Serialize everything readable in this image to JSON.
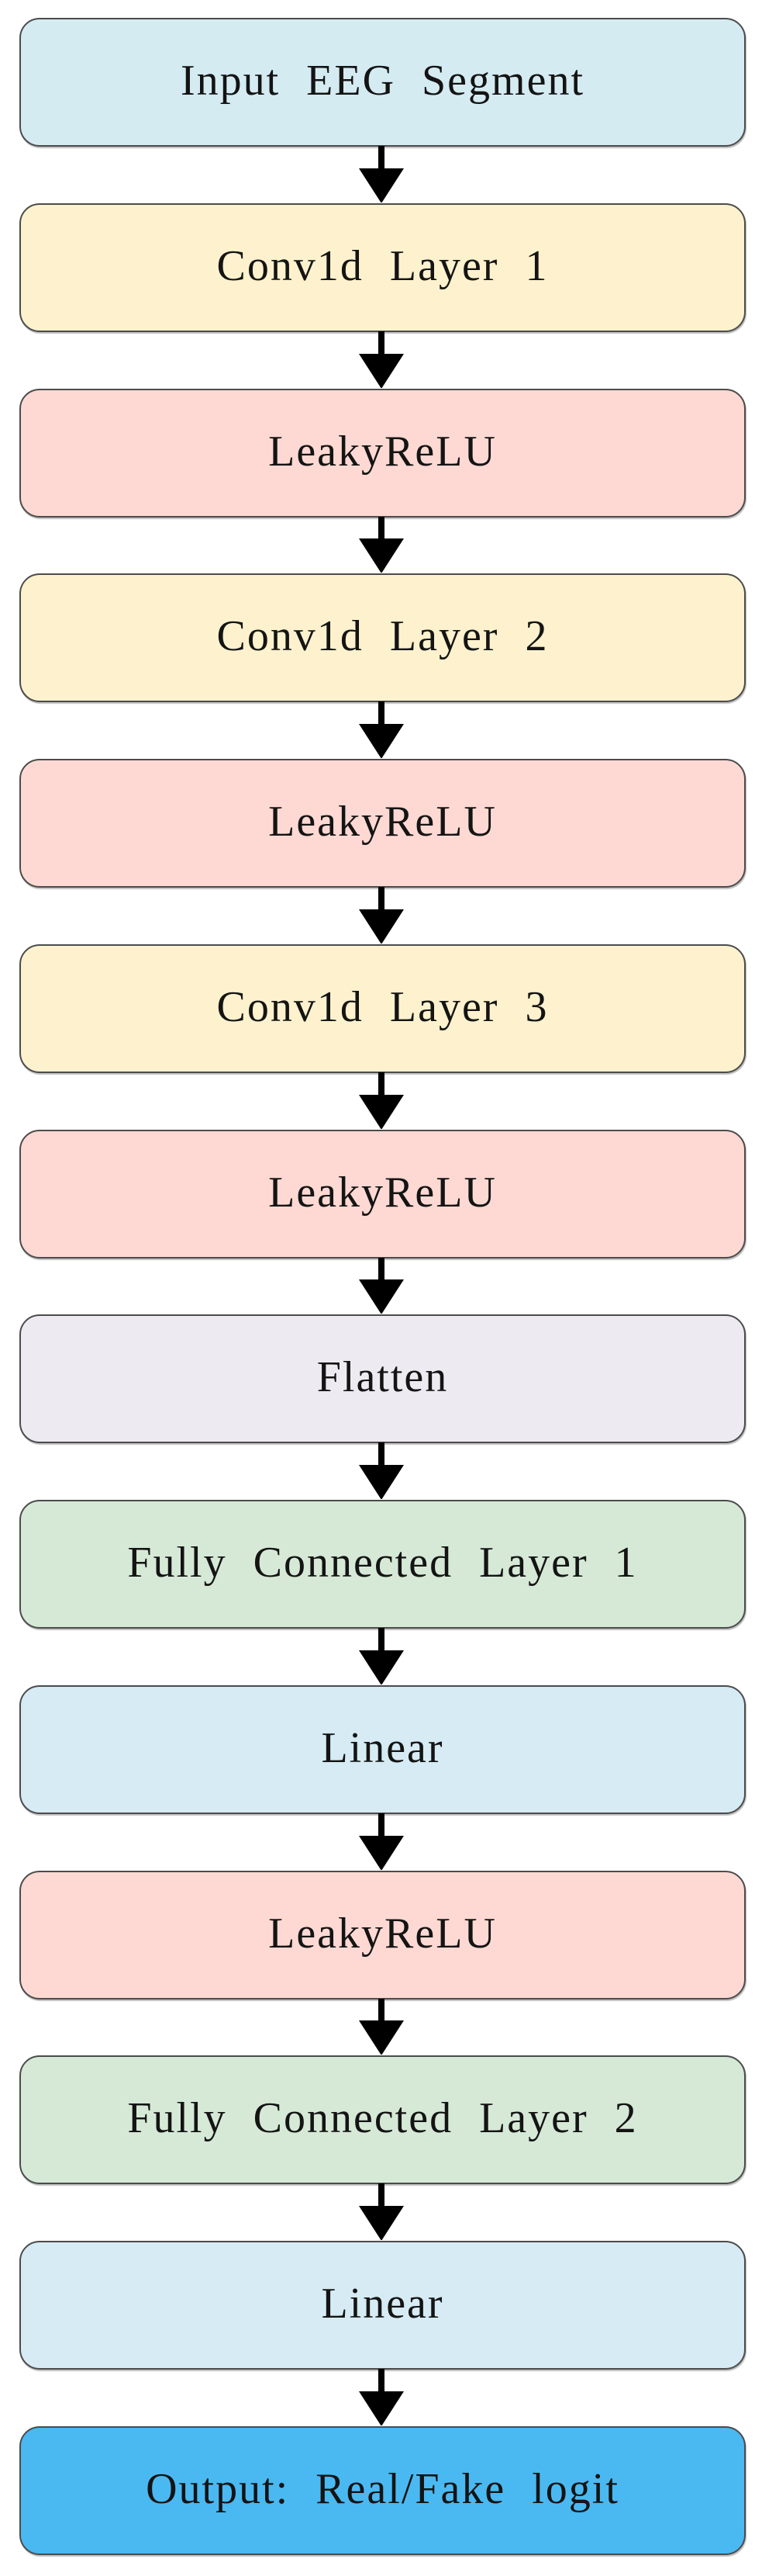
{
  "diagram": {
    "background_color": "#ffffff",
    "node_border_color": "#4c4c4c",
    "arrow_color": "#000000",
    "text_color": "#141414",
    "nodes": [
      {
        "label": "Input EEG Segment",
        "fill": "#d5ebf2"
      },
      {
        "label": "Conv1d Layer 1",
        "fill": "#fdf2cd"
      },
      {
        "label": "LeakyReLU",
        "fill": "#fed9d3"
      },
      {
        "label": "Conv1d Layer 2",
        "fill": "#fdf2cd"
      },
      {
        "label": "LeakyReLU",
        "fill": "#fed9d3"
      },
      {
        "label": "Conv1d Layer 3",
        "fill": "#fdf2cd"
      },
      {
        "label": "LeakyReLU",
        "fill": "#fed9d3"
      },
      {
        "label": "Flatten",
        "fill": "#eeeaf1"
      },
      {
        "label": "Fully Connected Layer 1",
        "fill": "#d6e9d7"
      },
      {
        "label": "Linear",
        "fill": "#d6ebf4"
      },
      {
        "label": "LeakyReLU",
        "fill": "#fed9d3"
      },
      {
        "label": "Fully Connected Layer 2",
        "fill": "#d6e9d7"
      },
      {
        "label": "Linear",
        "fill": "#d6ebf4"
      },
      {
        "label": "Output: Real/Fake logit",
        "fill": "#4ab9f1"
      }
    ]
  }
}
